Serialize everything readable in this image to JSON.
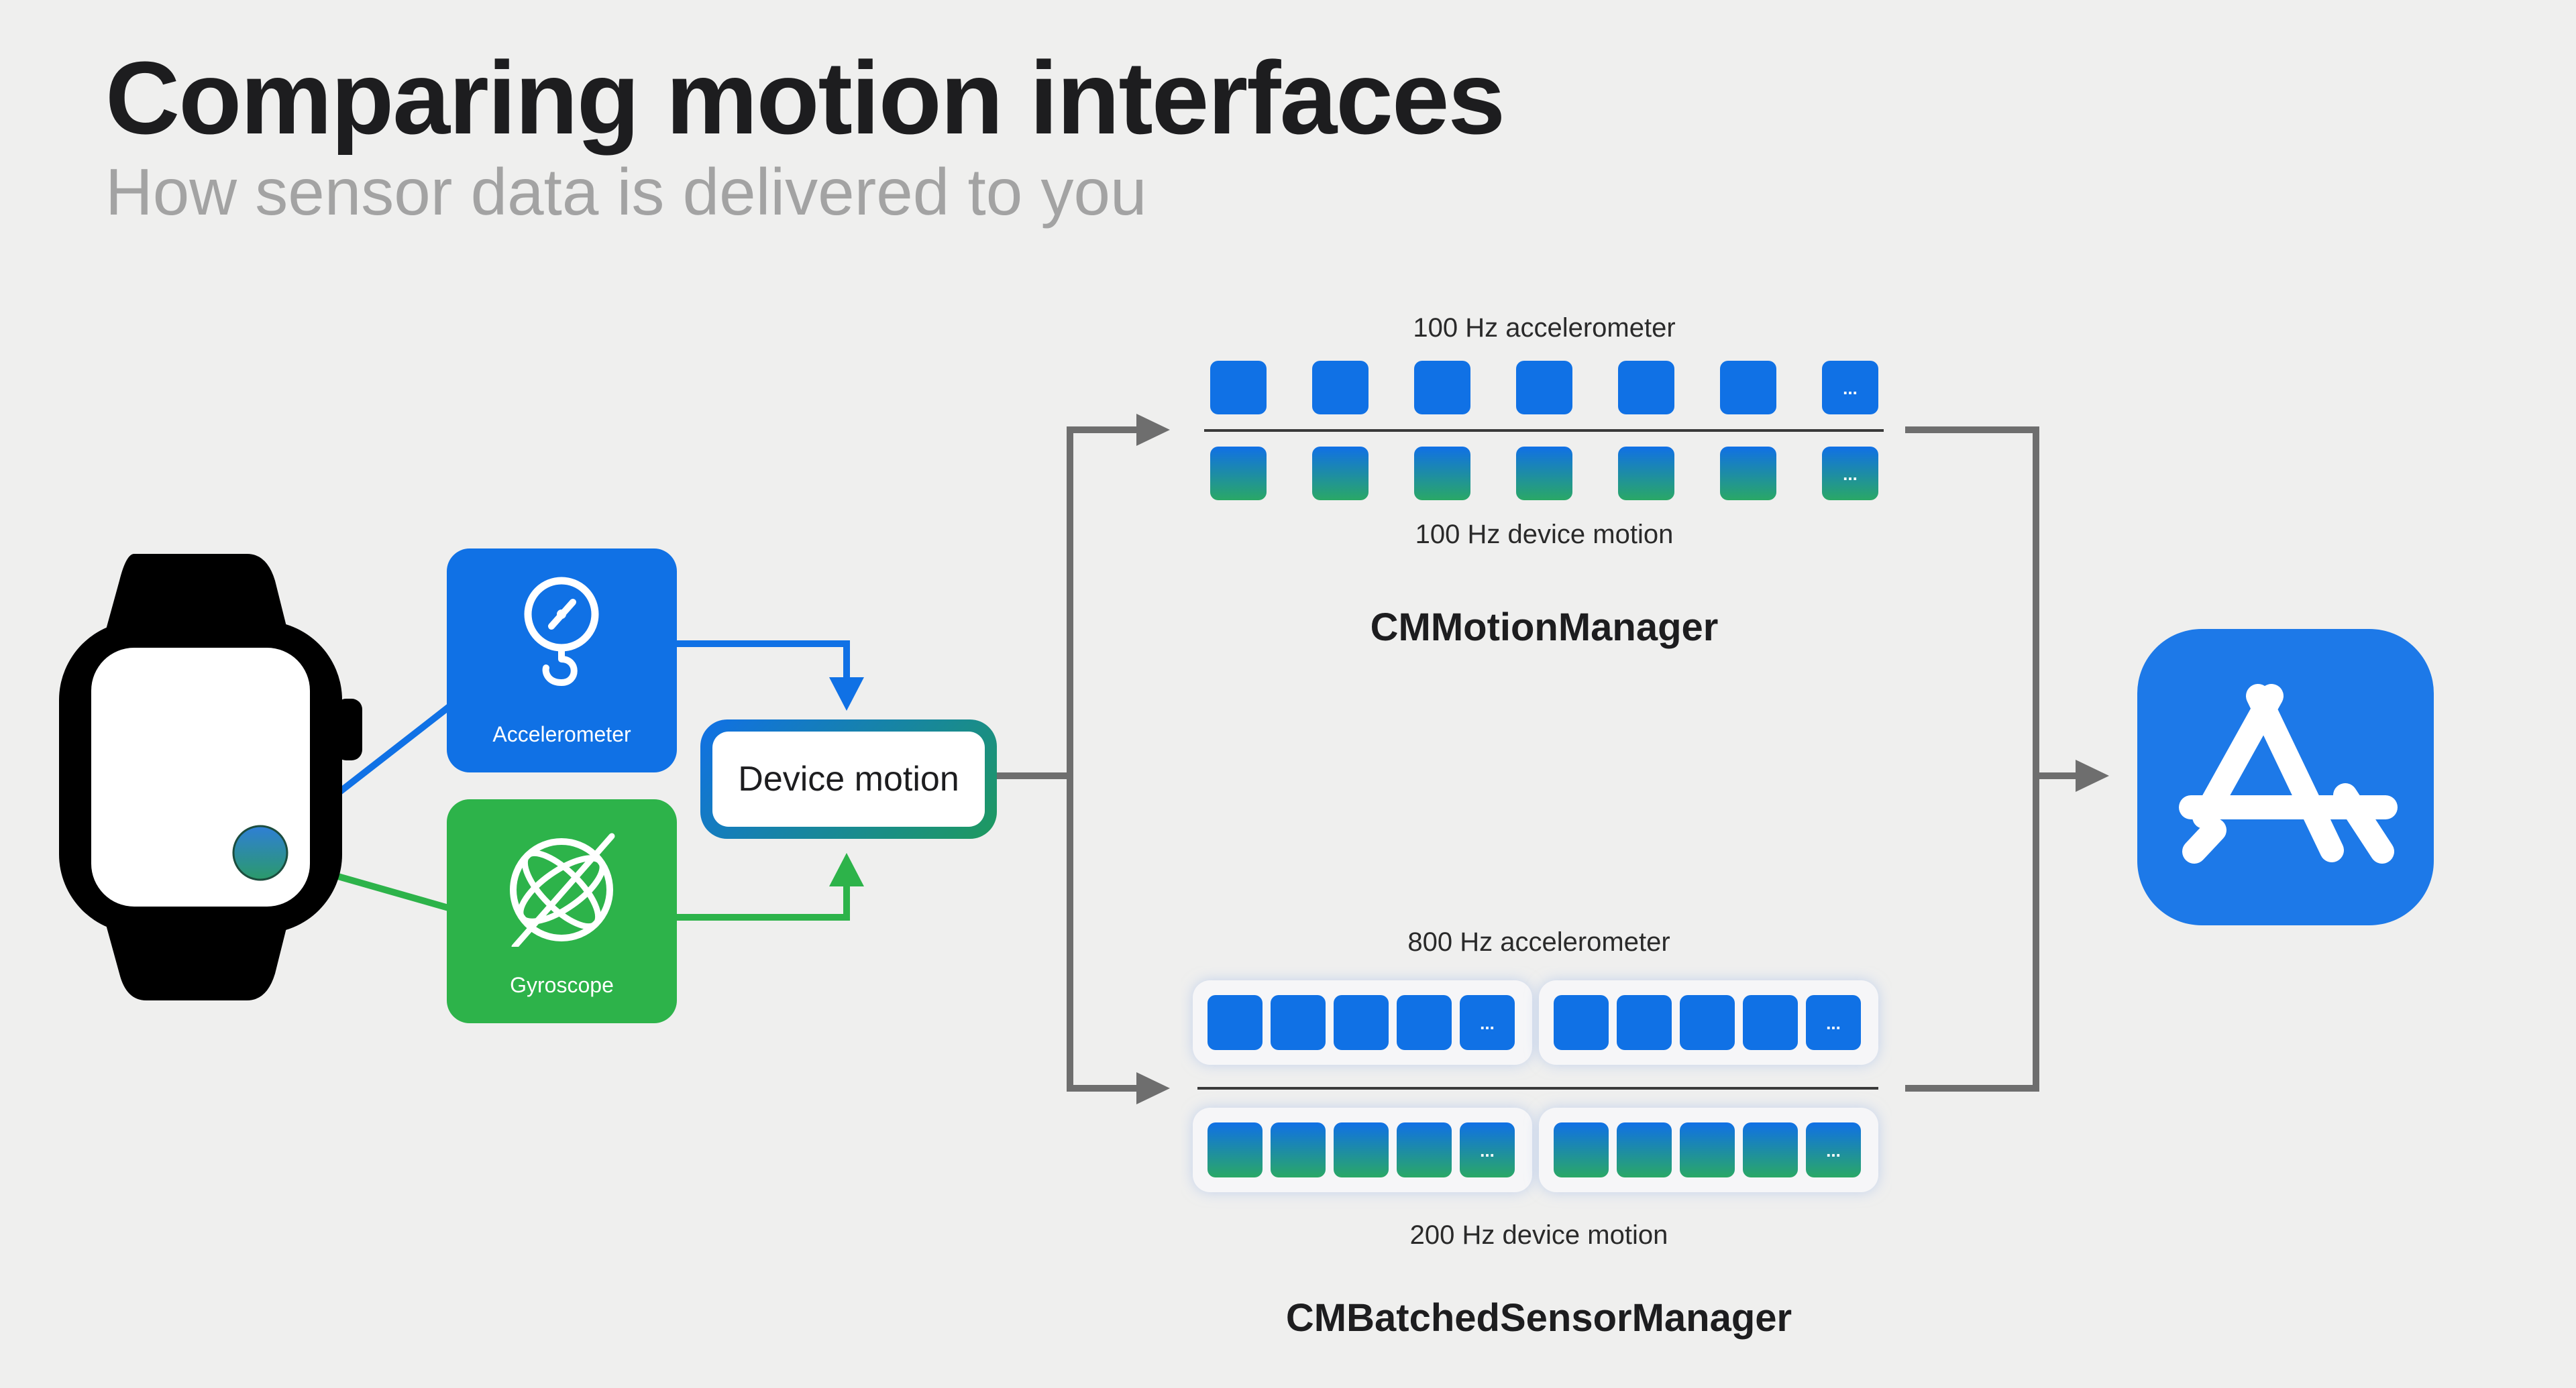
{
  "title": "Comparing motion interfaces",
  "subtitle": "How sensor data is delivered to you",
  "sensors": {
    "accelerometer": "Accelerometer",
    "gyroscope": "Gyroscope"
  },
  "device_motion": "Device motion",
  "motion_manager": {
    "name": "CMMotionManager",
    "top_caption": "100 Hz accelerometer",
    "bottom_caption": "100 Hz device motion",
    "samples_per_row": 7
  },
  "batched_manager": {
    "name": "CMBatchedSensorManager",
    "top_caption": "800 Hz accelerometer",
    "bottom_caption": "200 Hz device motion",
    "batches_per_row": 2,
    "samples_per_batch": 5
  },
  "ellipsis": "...",
  "colors": {
    "background": "#efefee",
    "accelerometer_blue": "#1071e5",
    "gyroscope_green": "#2db34a",
    "device_motion_gradient": [
      "#1070e6",
      "#2aa866"
    ],
    "connector_gray": "#6e6e6e",
    "app_store_blue": "#1d79e8"
  },
  "icons": [
    "watch-icon",
    "accelerometer-icon",
    "gyroscope-icon",
    "app-store-icon"
  ]
}
